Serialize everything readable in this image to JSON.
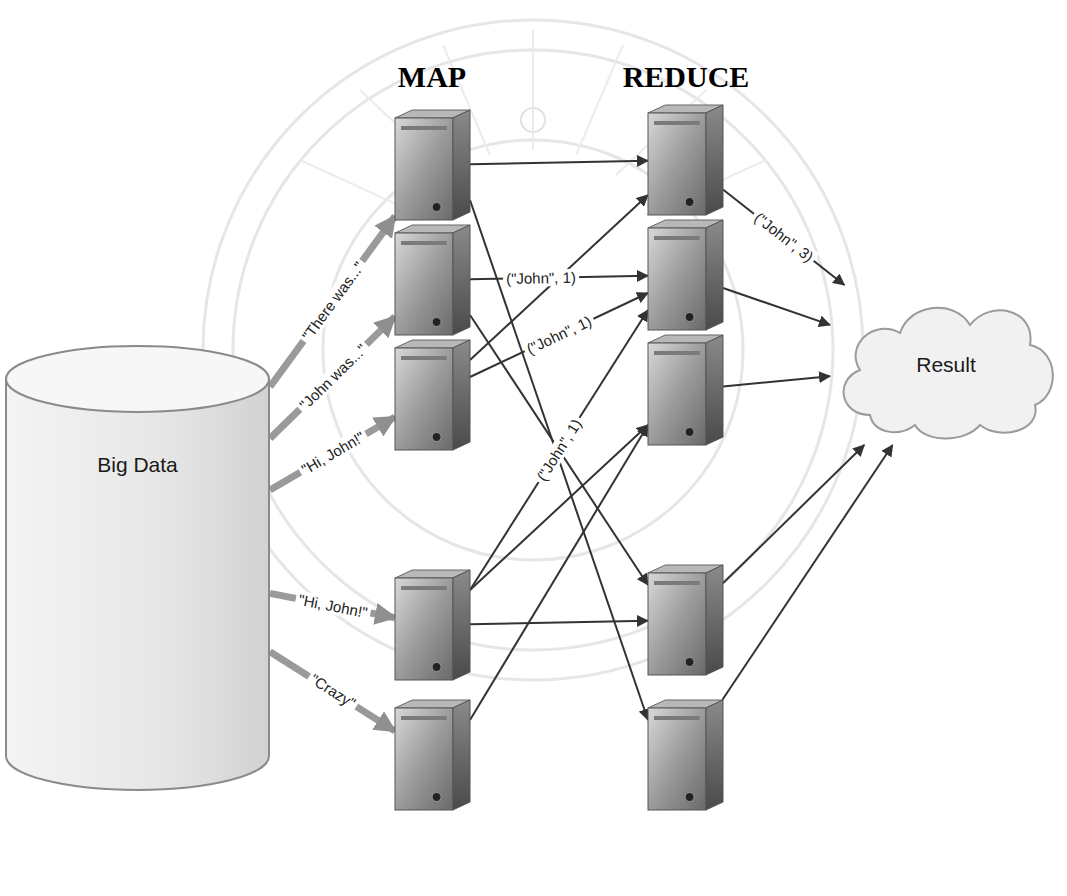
{
  "diagram": {
    "nodes": [
      {
        "text": [
          "Big Data"
        ]
      },
      {
        "text": []
      },
      {
        "text": []
      },
      {
        "text": []
      },
      {
        "text": []
      },
      {
        "text": []
      },
      {
        "text": []
      },
      {
        "text": []
      },
      {
        "text": []
      },
      {
        "text": []
      },
      {
        "text": []
      },
      {
        "text": [
          "Result"
        ]
      }
    ],
    "edges": [
      {
        "from": 0,
        "to": 1,
        "arrow": "to",
        "label": "\"There was...\""
      },
      {
        "from": 0,
        "to": 2,
        "arrow": "to",
        "label": "\"John was...\""
      },
      {
        "from": 0,
        "to": 3,
        "arrow": "to",
        "label": "\"Hi, John!\""
      },
      {
        "from": 0,
        "to": 4,
        "arrow": "to",
        "label": "\"Hi, John!\""
      },
      {
        "from": 0,
        "to": 5,
        "arrow": "to",
        "label": "\"Crazy\""
      },
      {
        "from": 1,
        "to": 6,
        "arrow": "to"
      },
      {
        "from": 1,
        "to": 10,
        "arrow": "to"
      },
      {
        "from": 2,
        "to": 7,
        "arrow": "to",
        "label": "(\"John\", 1)"
      },
      {
        "from": 2,
        "to": 9,
        "arrow": "to"
      },
      {
        "from": 3,
        "to": 7,
        "arrow": "to",
        "label": "(\"John\", 1)"
      },
      {
        "from": 3,
        "to": 6,
        "arrow": "to"
      },
      {
        "from": 4,
        "to": 7,
        "arrow": "to",
        "label": "(\"John\", 1)"
      },
      {
        "from": 4,
        "to": 8,
        "arrow": "to"
      },
      {
        "from": 4,
        "to": 9,
        "arrow": "to"
      },
      {
        "from": 5,
        "to": 8,
        "arrow": "to"
      },
      {
        "from": 6,
        "to": 11,
        "arrow": "to",
        "label": "(\"John\", 3)"
      },
      {
        "from": 7,
        "to": 11,
        "arrow": "to"
      },
      {
        "from": 8,
        "to": 11,
        "arrow": "to"
      },
      {
        "from": 9,
        "to": 11,
        "arrow": "to"
      },
      {
        "from": 10,
        "to": 11,
        "arrow": "to"
      }
    ],
    "labels": [
      "MAP",
      "REDUCE"
    ]
  }
}
